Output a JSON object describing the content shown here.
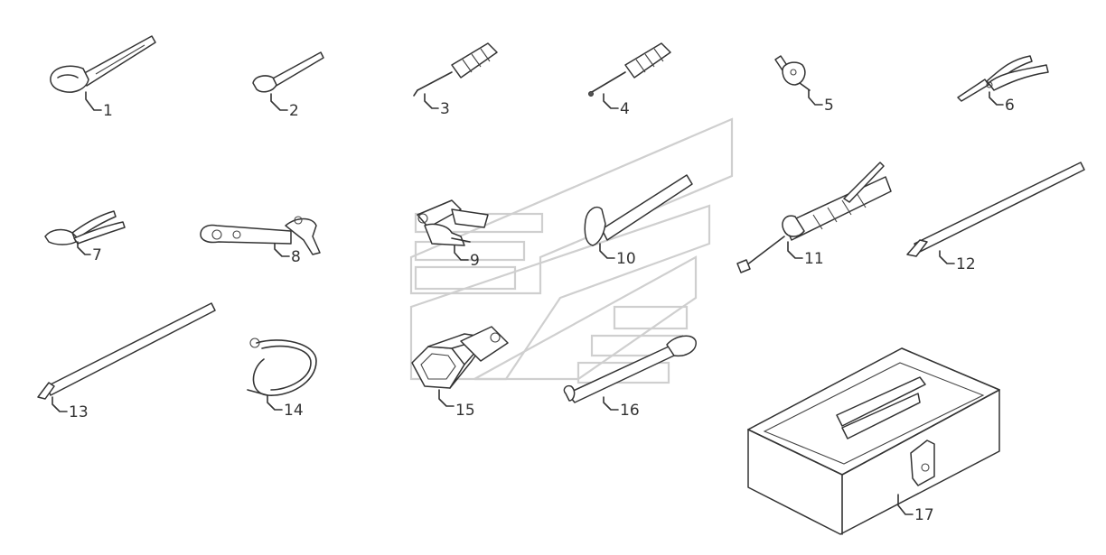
{
  "parts": [
    {
      "id": "1",
      "icon": "adjustable-wrench-icon"
    },
    {
      "id": "2",
      "icon": "small-wrench-icon"
    },
    {
      "id": "3",
      "icon": "flat-screwdriver-icon"
    },
    {
      "id": "4",
      "icon": "phillips-screwdriver-icon"
    },
    {
      "id": "5",
      "icon": "spark-plug-socket-icon"
    },
    {
      "id": "6",
      "icon": "pliers-icon"
    },
    {
      "id": "7",
      "icon": "cutting-pliers-icon"
    },
    {
      "id": "8",
      "icon": "filter-wrench-icon"
    },
    {
      "id": "9",
      "icon": "tire-gauge-icon"
    },
    {
      "id": "10",
      "icon": "hammer-icon"
    },
    {
      "id": "11",
      "icon": "grease-gun-icon"
    },
    {
      "id": "12",
      "icon": "pry-bar-icon"
    },
    {
      "id": "13",
      "icon": "tire-lever-icon"
    },
    {
      "id": "14",
      "icon": "tow-cable-icon"
    },
    {
      "id": "15",
      "icon": "box-socket-wrench-icon"
    },
    {
      "id": "16",
      "icon": "tommy-bar-icon"
    },
    {
      "id": "17",
      "icon": "toolbox-icon"
    }
  ]
}
